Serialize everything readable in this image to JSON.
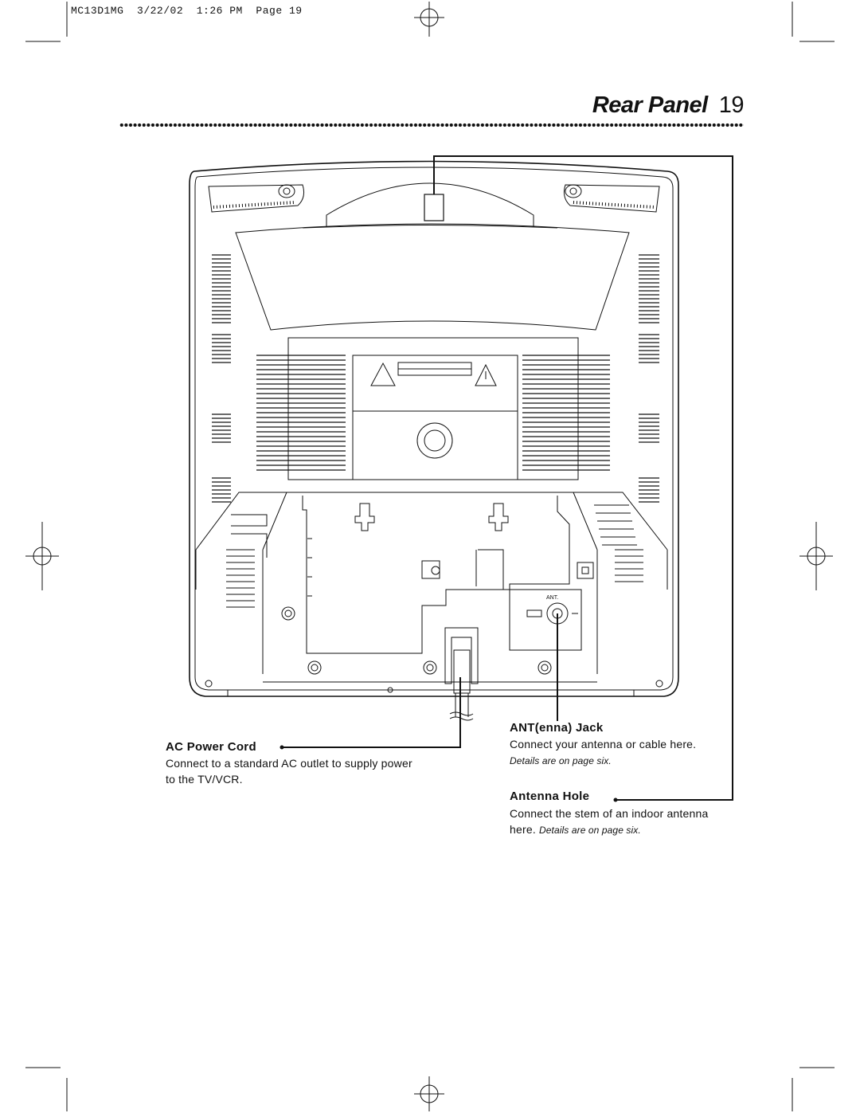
{
  "header": {
    "slug": "MC13D1MG  3/22/02  1:26 PM  Page 19",
    "title": "Rear Panel",
    "page_number": "19"
  },
  "diagram": {
    "ant_port_label": "ANT."
  },
  "callouts": {
    "ac_power_cord": {
      "label": "AC Power Cord",
      "description_line1": "Connect to a standard AC outlet to supply power",
      "description_line2": "to the TV/VCR."
    },
    "antenna_jack": {
      "label": "ANT(enna) Jack",
      "description": "Connect your antenna or cable here.",
      "note": "Details are on page six."
    },
    "antenna_hole": {
      "label": "Antenna Hole",
      "description_line1": "Connect the stem of an indoor antenna",
      "description_line2_prefix": "here.",
      "note": "Details are on page six."
    }
  }
}
